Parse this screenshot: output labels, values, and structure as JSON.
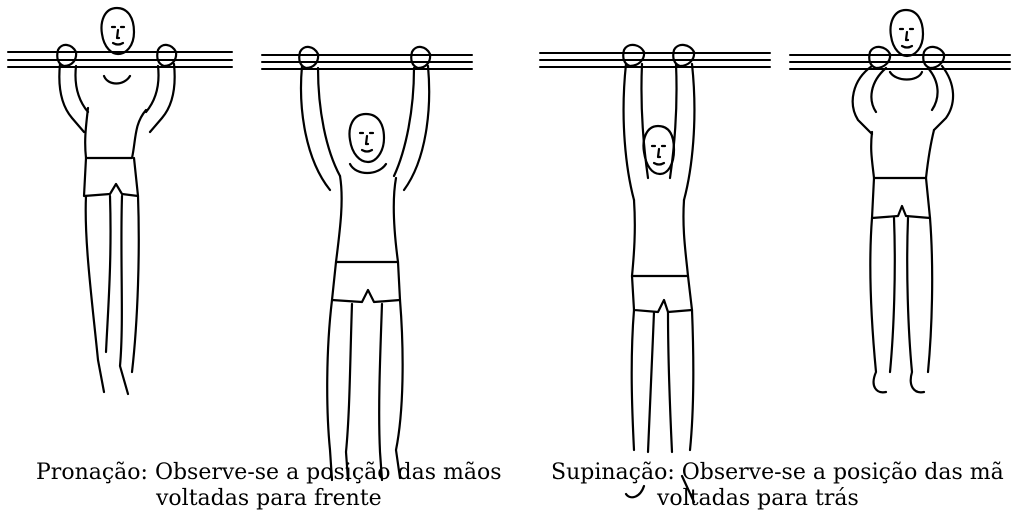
{
  "figure": {
    "left_panel": {
      "caption_line1": "Pronação: Observe-se a posição das mãos",
      "caption_line2": "voltadas para frente"
    },
    "right_panel": {
      "caption_line1": "Supinação: Observe-se a posição das mã",
      "caption_line2": "voltadas para trás"
    }
  },
  "colors": {
    "line": "#000000",
    "background": "#ffffff"
  }
}
